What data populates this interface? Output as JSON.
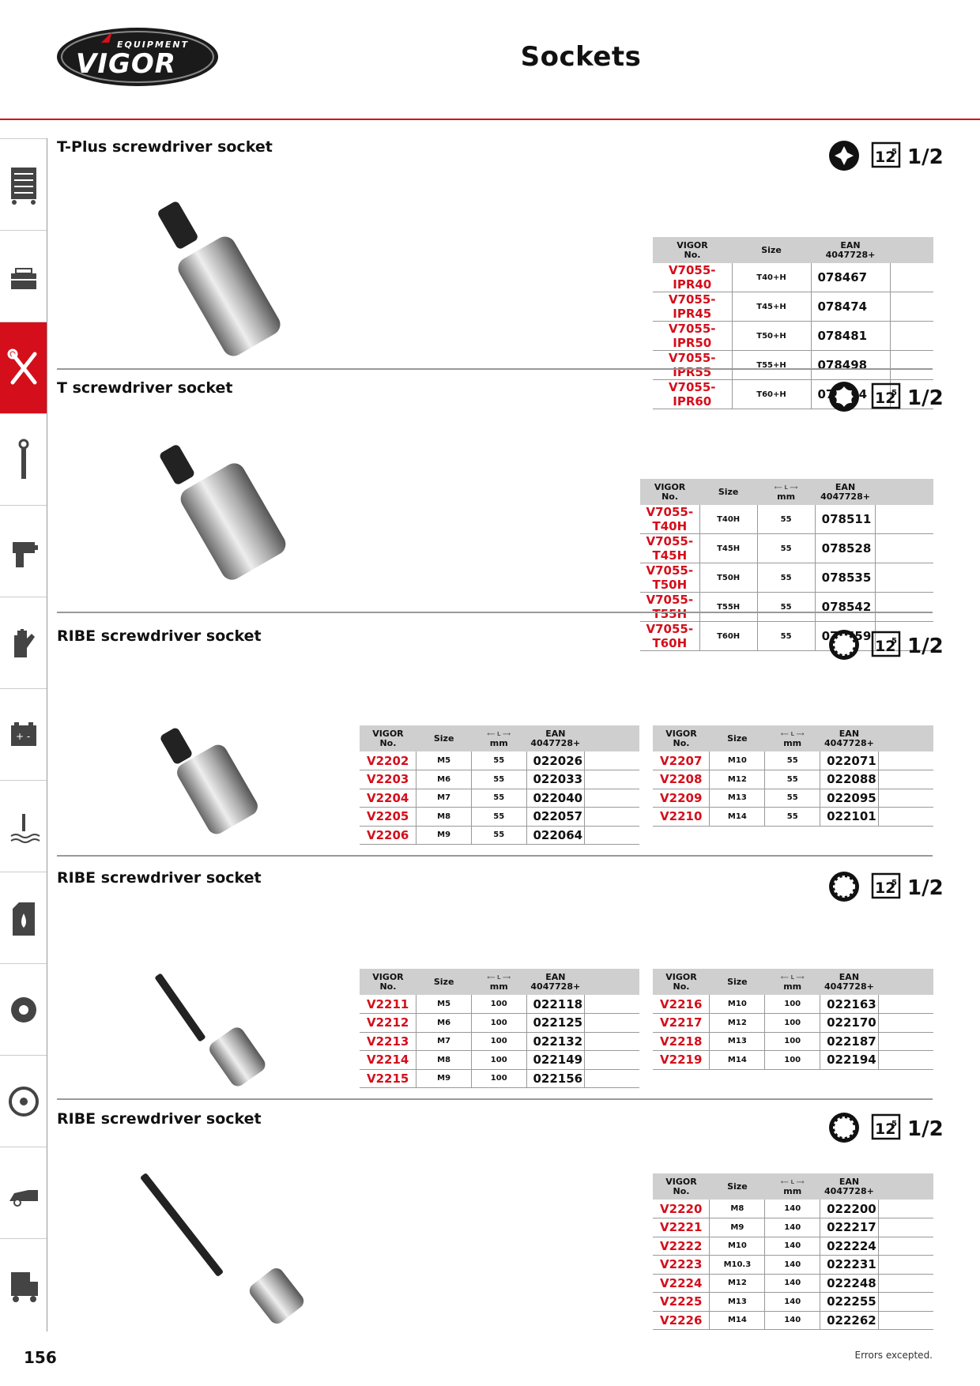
{
  "header": {
    "brand": "VIGOR",
    "brand_sub": "EQUIPMENT",
    "title": "Sockets"
  },
  "colors": {
    "accent": "#d40f1b",
    "header_bg": "#cfcfcf",
    "rule": "#999999"
  },
  "sidebar": {
    "icons": [
      "tool-cabinet-icon",
      "toolbox-icon",
      "wrench-screwdriver-icon",
      "torque-wrench-icon",
      "impact-wrench-icon",
      "gloves-icon",
      "battery-icon",
      "coolant-icon",
      "oil-canister-icon",
      "brake-disc-icon",
      "wheel-icon",
      "car-body-icon",
      "truck-icon"
    ],
    "active_index": 2
  },
  "specs": {
    "square_drive": "12",
    "square_drive_sup": "5",
    "fraction": "1/2",
    "fraction_unit": "″"
  },
  "table_headers": {
    "vigor": "VIGOR",
    "no": "No.",
    "size": "Size",
    "mm": "mm",
    "ean": "EAN",
    "ean_prefix": "4047728+",
    "length_symbol": "L"
  },
  "sections": [
    {
      "title": "T-Plus screwdriver socket",
      "drive_icon": "tplus-profile-icon",
      "tables": [
        {
          "has_length": false,
          "rows": [
            {
              "code": "V7055-IPR40",
              "size": "T40+H",
              "ean": "078467"
            },
            {
              "code": "V7055-IPR45",
              "size": "T45+H",
              "ean": "078474"
            },
            {
              "code": "V7055-IPR50",
              "size": "T50+H",
              "ean": "078481"
            },
            {
              "code": "V7055-IPR55",
              "size": "T55+H",
              "ean": "078498"
            },
            {
              "code": "V7055-IPR60",
              "size": "T60+H",
              "ean": "078504"
            }
          ]
        }
      ]
    },
    {
      "title": "T screwdriver socket",
      "drive_icon": "torx-profile-icon",
      "tables": [
        {
          "has_length": true,
          "rows": [
            {
              "code": "V7055-T40H",
              "size": "T40H",
              "len": "55",
              "ean": "078511"
            },
            {
              "code": "V7055-T45H",
              "size": "T45H",
              "len": "55",
              "ean": "078528"
            },
            {
              "code": "V7055-T50H",
              "size": "T50H",
              "len": "55",
              "ean": "078535"
            },
            {
              "code": "V7055-T55H",
              "size": "T55H",
              "len": "55",
              "ean": "078542"
            },
            {
              "code": "V7055-T60H",
              "size": "T60H",
              "len": "55",
              "ean": "078559"
            }
          ]
        }
      ]
    },
    {
      "title": "RIBE screwdriver socket",
      "drive_icon": "ribe-profile-icon",
      "tables": [
        {
          "has_length": true,
          "rows": [
            {
              "code": "V2202",
              "size": "M5",
              "len": "55",
              "ean": "022026"
            },
            {
              "code": "V2203",
              "size": "M6",
              "len": "55",
              "ean": "022033"
            },
            {
              "code": "V2204",
              "size": "M7",
              "len": "55",
              "ean": "022040"
            },
            {
              "code": "V2205",
              "size": "M8",
              "len": "55",
              "ean": "022057"
            },
            {
              "code": "V2206",
              "size": "M9",
              "len": "55",
              "ean": "022064"
            }
          ]
        },
        {
          "has_length": true,
          "rows": [
            {
              "code": "V2207",
              "size": "M10",
              "len": "55",
              "ean": "022071"
            },
            {
              "code": "V2208",
              "size": "M12",
              "len": "55",
              "ean": "022088"
            },
            {
              "code": "V2209",
              "size": "M13",
              "len": "55",
              "ean": "022095"
            },
            {
              "code": "V2210",
              "size": "M14",
              "len": "55",
              "ean": "022101"
            }
          ]
        }
      ]
    },
    {
      "title": "RIBE screwdriver socket",
      "drive_icon": "ribe-profile-icon",
      "tables": [
        {
          "has_length": true,
          "rows": [
            {
              "code": "V2211",
              "size": "M5",
              "len": "100",
              "ean": "022118"
            },
            {
              "code": "V2212",
              "size": "M6",
              "len": "100",
              "ean": "022125"
            },
            {
              "code": "V2213",
              "size": "M7",
              "len": "100",
              "ean": "022132"
            },
            {
              "code": "V2214",
              "size": "M8",
              "len": "100",
              "ean": "022149"
            },
            {
              "code": "V2215",
              "size": "M9",
              "len": "100",
              "ean": "022156"
            }
          ]
        },
        {
          "has_length": true,
          "rows": [
            {
              "code": "V2216",
              "size": "M10",
              "len": "100",
              "ean": "022163"
            },
            {
              "code": "V2217",
              "size": "M12",
              "len": "100",
              "ean": "022170"
            },
            {
              "code": "V2218",
              "size": "M13",
              "len": "100",
              "ean": "022187"
            },
            {
              "code": "V2219",
              "size": "M14",
              "len": "100",
              "ean": "022194"
            }
          ]
        }
      ]
    },
    {
      "title": "RIBE screwdriver socket",
      "drive_icon": "ribe-profile-icon",
      "tables": [
        {
          "has_length": true,
          "rows": [
            {
              "code": "V2220",
              "size": "M8",
              "len": "140",
              "ean": "022200"
            },
            {
              "code": "V2221",
              "size": "M9",
              "len": "140",
              "ean": "022217"
            },
            {
              "code": "V2222",
              "size": "M10",
              "len": "140",
              "ean": "022224"
            },
            {
              "code": "V2223",
              "size": "M10.3",
              "len": "140",
              "ean": "022231"
            },
            {
              "code": "V2224",
              "size": "M12",
              "len": "140",
              "ean": "022248"
            },
            {
              "code": "V2225",
              "size": "M13",
              "len": "140",
              "ean": "022255"
            },
            {
              "code": "V2226",
              "size": "M14",
              "len": "140",
              "ean": "022262"
            }
          ]
        }
      ]
    }
  ],
  "footer": {
    "page_number": "156",
    "note": "Errors excepted."
  }
}
